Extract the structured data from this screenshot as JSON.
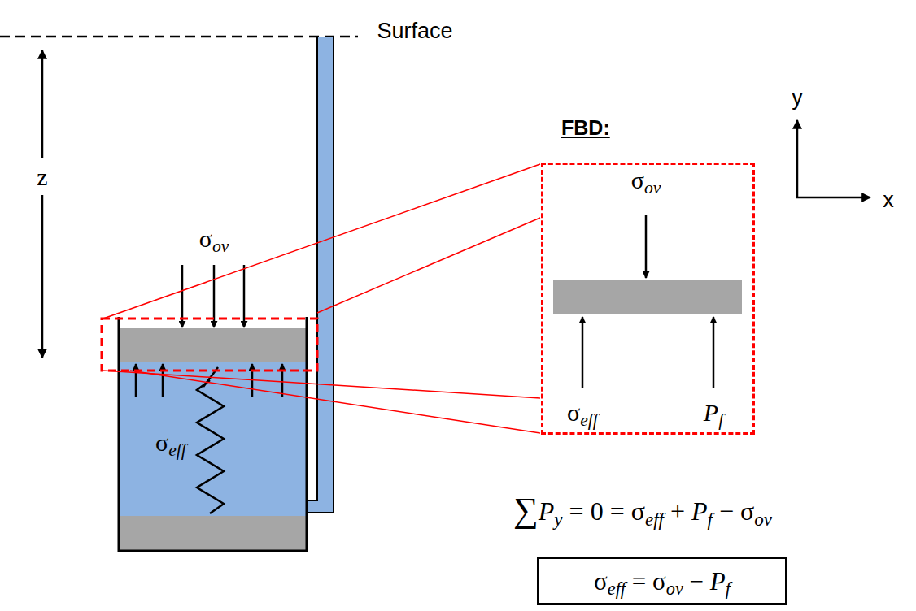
{
  "diagram": {
    "nodes": [
      {
        "text": [
          "FBD:"
        ]
      },
      {
        "text": [
          "σeff = σov − Pf"
        ]
      }
    ],
    "labels": [
      "Surface",
      "z",
      "σov",
      "σeff",
      "σov",
      "σeff",
      "Pf",
      "y",
      "x",
      "∑Py = 0 = σeff + Pf − σov"
    ]
  }
}
